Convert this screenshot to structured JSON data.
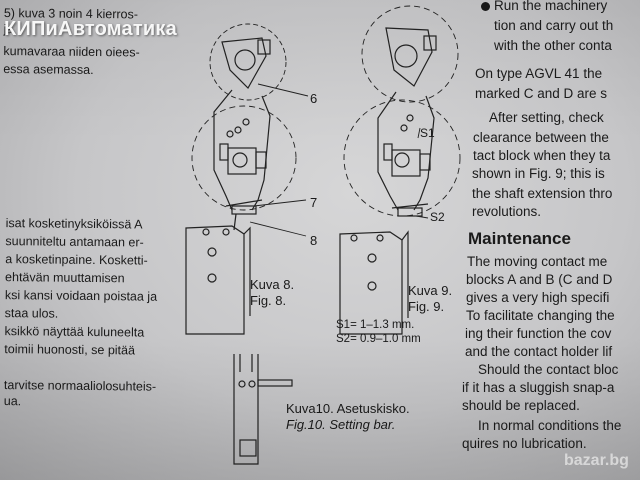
{
  "watermark": {
    "brand": "КИПиАвтоматика",
    "bazar_logo": "bazar.bg"
  },
  "finnish_left": {
    "lines_top": [
      "5) kuva 3 noin 4 kierros-",
      "ja",
      "kumavaraa niiden oiees-",
      "essa asemassa."
    ],
    "lines_mid": [
      "isat kosketinyksiköissä A",
      "suunniteltu antamaan er-",
      "a kosketinpaine. Kosketti-",
      "ehtävän muuttamisen",
      "ksi kansi voidaan poistaa ja",
      "staa ulos.",
      "ksikkö näyttää kuluneelta",
      "toimii huonosti, se pitää"
    ],
    "lines_bottom": [
      "tarvitse normaaliolosuhteis-",
      "ua."
    ]
  },
  "callouts": {
    "c6": "6",
    "c7": "7",
    "c8": "8",
    "s1": "S1",
    "s2": "S2"
  },
  "figure_captions": {
    "fig8_fi": "Kuva 8.",
    "fig8_en": "Fig. 8.",
    "fig9_fi": "Kuva 9.",
    "fig9_en": "Fig. 9.",
    "s1_spec": "S1= 1–1.3 mm.",
    "s2_spec": "S2= 0.9–1.0 mm",
    "fig10_fi": "Kuva10. Asetuskisko.",
    "fig10_en": "Fig.10. Setting bar."
  },
  "english_right": {
    "bullet_lines": [
      "Run the machinery",
      "tion and carry out th",
      "with the other conta"
    ],
    "para1": [
      "On type AGVL 41 the",
      "marked C and D are s"
    ],
    "para2": [
      "After setting, check",
      "clearance between the",
      "tact block when they ta",
      "shown in Fig. 9; this is",
      "the shaft extension thro",
      "revolutions."
    ],
    "heading": "Maintenance",
    "para3": [
      "The moving contact me",
      "blocks A and B (C and D",
      "gives a very high specifi",
      "To facilitate changing the",
      "ing their function the cov",
      "and the contact holder lif"
    ],
    "para4": [
      "Should the contact bloc",
      "if it has a sluggish snap-a",
      "should be replaced."
    ],
    "para5": [
      "In normal conditions the",
      "quires no lubrication."
    ]
  }
}
